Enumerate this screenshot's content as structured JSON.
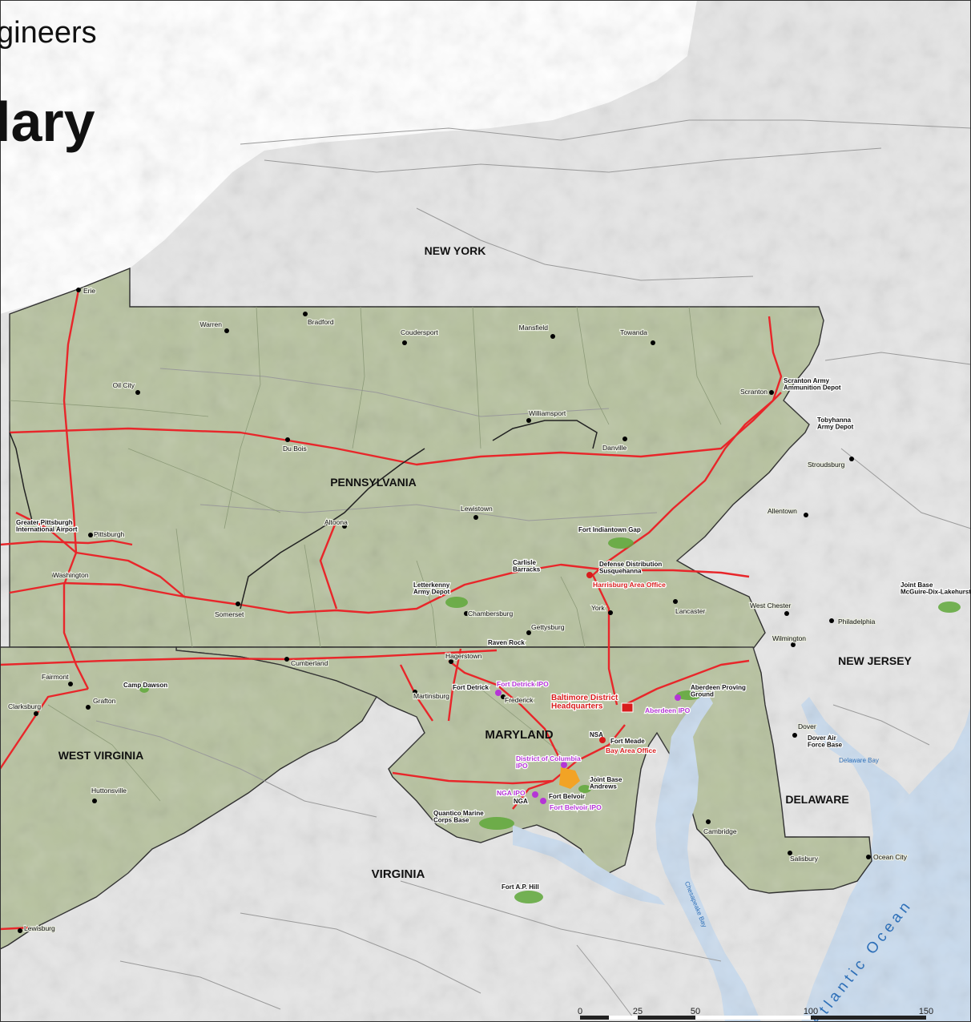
{
  "header": {
    "line1": "gineers",
    "line2": "lary"
  },
  "colors": {
    "district_fill": "#b7c29f",
    "outside_land": "#e6e6e6",
    "water": "#c9dbee",
    "interstate": "#e8262a",
    "road": "#9a9a9a",
    "boundary": "#222222",
    "install_green": "#5fa83a",
    "ipo_purple": "#b535d6",
    "hq_red": "#d81c1c",
    "dc_orange": "#f2a325"
  },
  "states": [
    {
      "key": "new_york",
      "label": "NEW YORK"
    },
    {
      "key": "pennsylvania",
      "label": "PENNSYLVANIA"
    },
    {
      "key": "new_jersey",
      "label": "NEW JERSEY"
    },
    {
      "key": "maryland",
      "label": "MARYLAND"
    },
    {
      "key": "west_virginia",
      "label": "WEST  VIRGINIA"
    },
    {
      "key": "delaware",
      "label": "DELAWARE"
    },
    {
      "key": "virginia",
      "label": "VIRGINIA"
    }
  ],
  "water_labels": {
    "ocean": "Atlantic Ocean",
    "delaware_bay": "Delaware Bay",
    "chesapeake_bay": "Chesapeake Bay"
  },
  "cities": [
    {
      "key": "erie",
      "label": "Erie"
    },
    {
      "key": "warren",
      "label": "Warren"
    },
    {
      "key": "bradford",
      "label": "Bradford"
    },
    {
      "key": "coudersport",
      "label": "Coudersport"
    },
    {
      "key": "mansfield",
      "label": "Mansfield"
    },
    {
      "key": "towanda",
      "label": "Towanda"
    },
    {
      "key": "oil_city",
      "label": "Oil City"
    },
    {
      "key": "williamsport",
      "label": "Williamsport"
    },
    {
      "key": "scranton",
      "label": "Scranton"
    },
    {
      "key": "du_bois",
      "label": "Du Bois"
    },
    {
      "key": "danville",
      "label": "Danville"
    },
    {
      "key": "stroudsburg",
      "label": "Stroudsburg"
    },
    {
      "key": "lewistown",
      "label": "Lewistown"
    },
    {
      "key": "allentown",
      "label": "Allentown"
    },
    {
      "key": "altoona",
      "label": "Altoona"
    },
    {
      "key": "pittsburgh",
      "label": "Pittsburgh"
    },
    {
      "key": "washington",
      "label": "Washington"
    },
    {
      "key": "somerset",
      "label": "Somerset"
    },
    {
      "key": "chambersburg",
      "label": "Chambersburg"
    },
    {
      "key": "gettysburg",
      "label": "Gettysburg"
    },
    {
      "key": "york",
      "label": "York"
    },
    {
      "key": "lancaster",
      "label": "Lancaster"
    },
    {
      "key": "west_chester",
      "label": "West Chester"
    },
    {
      "key": "philadelphia",
      "label": "Philadelphia"
    },
    {
      "key": "wilmington",
      "label": "Wilmington"
    },
    {
      "key": "cumberland",
      "label": "Cumberland"
    },
    {
      "key": "hagerstown",
      "label": "Hagerstown"
    },
    {
      "key": "fairmont",
      "label": "Fairmont"
    },
    {
      "key": "grafton",
      "label": "Grafton"
    },
    {
      "key": "clarksburg",
      "label": "Clarksburg"
    },
    {
      "key": "martinsburg",
      "label": "Martinsburg"
    },
    {
      "key": "frederick",
      "label": "Frederick"
    },
    {
      "key": "dover",
      "label": "Dover"
    },
    {
      "key": "huttonsville",
      "label": "Huttonsville"
    },
    {
      "key": "cambridge",
      "label": "Cambridge"
    },
    {
      "key": "salisbury",
      "label": "Salisbury"
    },
    {
      "key": "ocean_city",
      "label": "Ocean City"
    },
    {
      "key": "lewisburg",
      "label": "Lewisburg"
    }
  ],
  "installations": [
    {
      "key": "scranton_aad",
      "label": "Scranton Army Ammunition Depot"
    },
    {
      "key": "tobyhanna",
      "label": "Tobyhanna Army Depot"
    },
    {
      "key": "fort_indiantown_gap",
      "label": "Fort Indiantown Gap"
    },
    {
      "key": "carlisle",
      "label": "Carlisle Barracks"
    },
    {
      "key": "dds",
      "label": "Defense Distribution Susquehanna"
    },
    {
      "key": "letterkenny",
      "label": "Letterkenny Army Depot"
    },
    {
      "key": "raven_rock",
      "label": "Raven Rock"
    },
    {
      "key": "fort_detrick",
      "label": "Fort Detrick"
    },
    {
      "key": "camp_dawson",
      "label": "Camp Dawson"
    },
    {
      "key": "aberdeen_pg",
      "label": "Aberdeen Proving Ground"
    },
    {
      "key": "nsa",
      "label": "NSA"
    },
    {
      "key": "fort_meade",
      "label": "Fort Meade"
    },
    {
      "key": "jb_andrews",
      "label": "Joint Base Andrews"
    },
    {
      "key": "fort_belvoir",
      "label": "Fort Belvoir"
    },
    {
      "key": "nga",
      "label": "NGA"
    },
    {
      "key": "quantico",
      "label": "Quantico Marine Corps Base"
    },
    {
      "key": "fort_ap_hill",
      "label": "Fort A.P. Hill"
    },
    {
      "key": "dover_afb",
      "label": "Dover Air Force Base"
    },
    {
      "key": "jb_mdl",
      "label": "Joint Base McGuire-Dix-Lakehurst"
    },
    {
      "key": "greater_pittsburgh",
      "label": "Greater Pittsburgh International Airport"
    }
  ],
  "offices": [
    {
      "key": "baltimore_hq",
      "label": "Baltimore District Headquarters"
    },
    {
      "key": "harrisburg_ao",
      "label": "Harrisburg Area Office"
    },
    {
      "key": "bay_area_office",
      "label": "Bay Area Office"
    },
    {
      "key": "fort_detrick_ipo",
      "label": "Fort Detrick IPO"
    },
    {
      "key": "aberdeen_ipo",
      "label": "Aberdeen IPO"
    },
    {
      "key": "dc_ipo",
      "label": "District of Columbia IPO"
    },
    {
      "key": "nga_ipo",
      "label": "NGA IPO"
    },
    {
      "key": "fort_belvoir_ipo",
      "label": "Fort Belvoir IPO"
    }
  ],
  "scale_bar": {
    "ticks": [
      "0",
      "25",
      "50",
      "100",
      "150"
    ]
  }
}
